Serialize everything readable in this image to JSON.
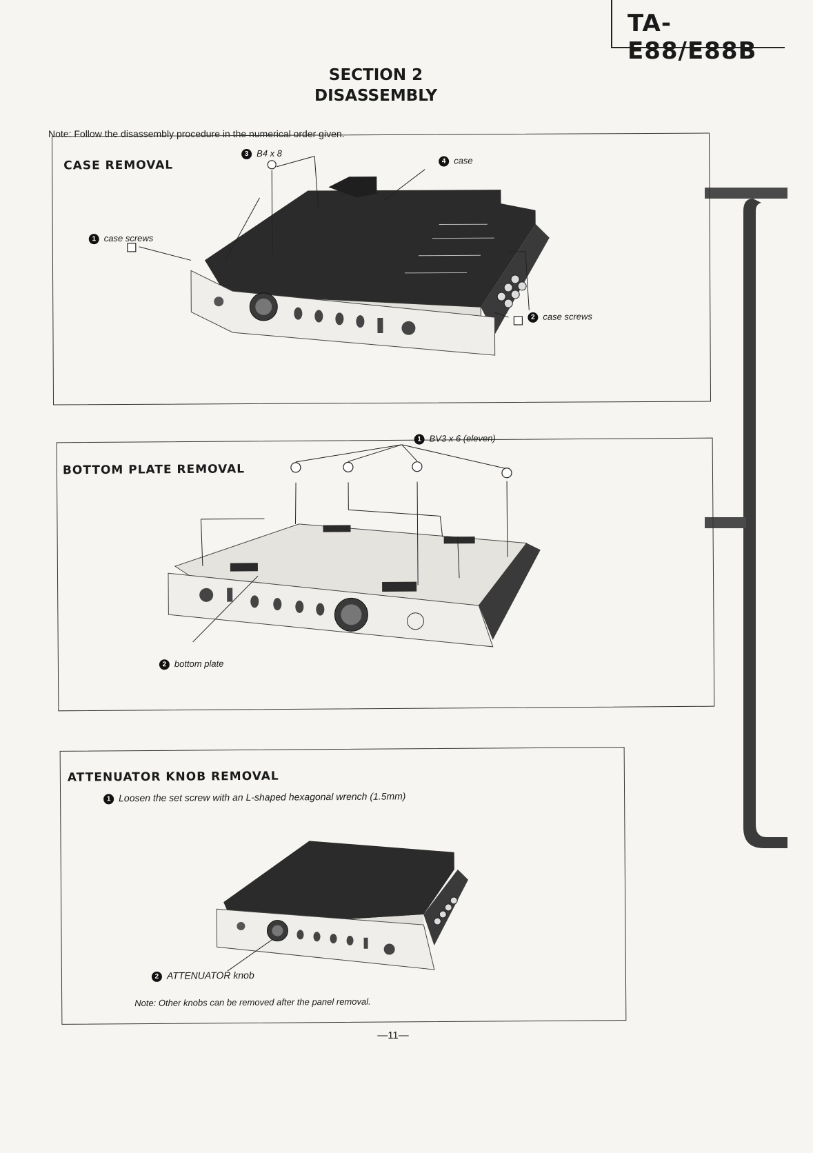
{
  "header": {
    "model": "TA-E88/E88B"
  },
  "title": {
    "line1": "SECTION 2",
    "line2": "DISASSEMBLY"
  },
  "note": "Note:  Follow the disassembly procedure in the numerical order given.",
  "case_removal": {
    "title": "CASE REMOVAL",
    "labels": [
      {
        "num": "1",
        "text": "case screws"
      },
      {
        "num": "2",
        "text": "case screws"
      },
      {
        "num": "3",
        "text": "B4 x 8"
      },
      {
        "num": "4",
        "text": "case"
      }
    ]
  },
  "bottom_plate_removal": {
    "title": "BOTTOM PLATE REMOVAL",
    "labels": [
      {
        "num": "1",
        "text": "BV3 x 6 (eleven)"
      },
      {
        "num": "2",
        "text": "bottom plate"
      }
    ]
  },
  "attenuator_knob_removal": {
    "title": "ATTENUATOR KNOB REMOVAL",
    "step1": {
      "num": "1",
      "text": "Loosen the set screw with an L-shaped hexagonal wrench (1.5mm)"
    },
    "step2": {
      "num": "2",
      "text": "ATTENUATOR knob"
    },
    "note": "Note:  Other knobs can be removed after the panel removal."
  },
  "footer": {
    "page": "—11—"
  }
}
